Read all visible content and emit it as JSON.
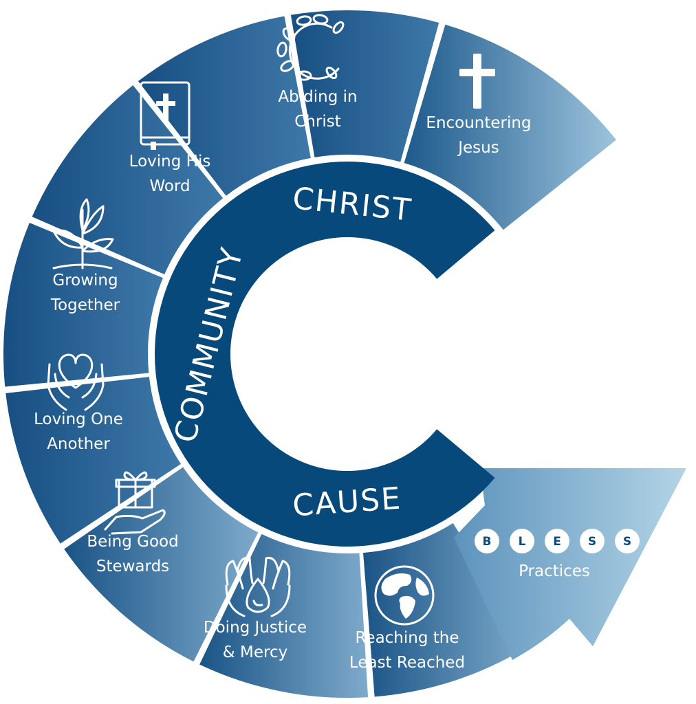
{
  "colors": {
    "inner_ring": "#06497a",
    "segment_dark": "#1d5a8c",
    "segment_mid": "#4e86b1",
    "segment_light": "#a9cce0",
    "text": "#ffffff"
  },
  "ring": {
    "christ": "CHRIST",
    "community": "COMMUNITY",
    "cause": "CAUSE"
  },
  "segments": [
    {
      "label_lines": [
        "Encountering",
        "Jesus"
      ],
      "icon": "cross-icon"
    },
    {
      "label_lines": [
        "Abiding in",
        "Christ"
      ],
      "icon": "wreath-icon"
    },
    {
      "label_lines": [
        "Loving His",
        "Word"
      ],
      "icon": "bible-icon"
    },
    {
      "label_lines": [
        "Growing",
        "Together"
      ],
      "icon": "sprout-icon"
    },
    {
      "label_lines": [
        "Loving One",
        "Another"
      ],
      "icon": "heart-hands-icon"
    },
    {
      "label_lines": [
        "Being Good",
        "Stewards"
      ],
      "icon": "gift-hand-icon"
    },
    {
      "label_lines": [
        "Doing Justice",
        "& Mercy"
      ],
      "icon": "water-hands-icon"
    },
    {
      "label_lines": [
        "Reaching the",
        "Least Reached"
      ],
      "icon": "globe-icon"
    }
  ],
  "bless": {
    "letters": [
      "B",
      "L",
      "E",
      "S",
      "S"
    ],
    "label": "Practices"
  }
}
